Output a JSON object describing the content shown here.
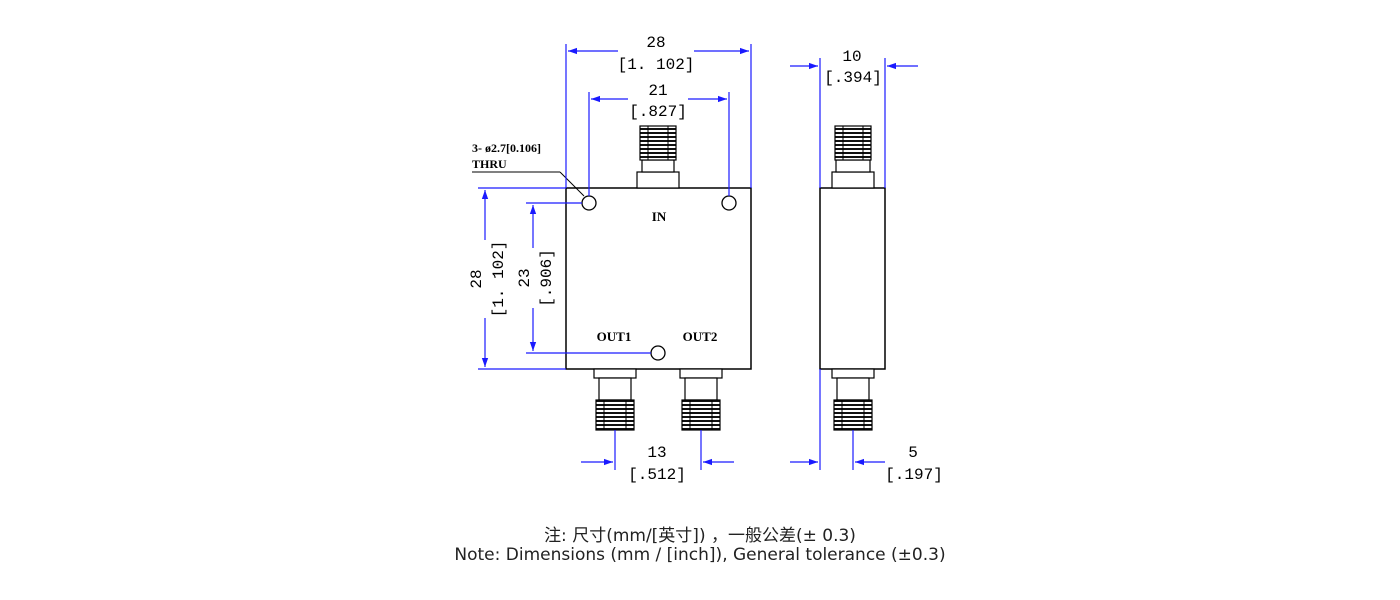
{
  "dimensions": {
    "overall_width": {
      "mm": "28",
      "inch": "[1. 102]"
    },
    "hole_spacing": {
      "mm": "21",
      "inch": "[.827]"
    },
    "overall_height": {
      "mm": "28",
      "inch": "[1. 102]"
    },
    "hole_vertical_spacing": {
      "mm": "23",
      "inch": "[.906]"
    },
    "output_spacing": {
      "mm": "13",
      "inch": "[.512]"
    },
    "body_thickness": {
      "mm": "10",
      "inch": "[.394]"
    },
    "connector_offset": {
      "mm": "5",
      "inch": "[.197]"
    }
  },
  "callout": {
    "line1": "3- ø2.7[0.106]",
    "line2": "THRU"
  },
  "ports": {
    "in": "IN",
    "out1": "OUT1",
    "out2": "OUT2"
  },
  "notes": {
    "chinese": "注: 尺寸(mm/[英寸]) ，一般公差(± 0.3)",
    "english": "Note: Dimensions (mm / [inch]), General tolerance (±0.3)"
  },
  "colors": {
    "dimension_line": "#1a1aff",
    "outline": "#000000"
  }
}
